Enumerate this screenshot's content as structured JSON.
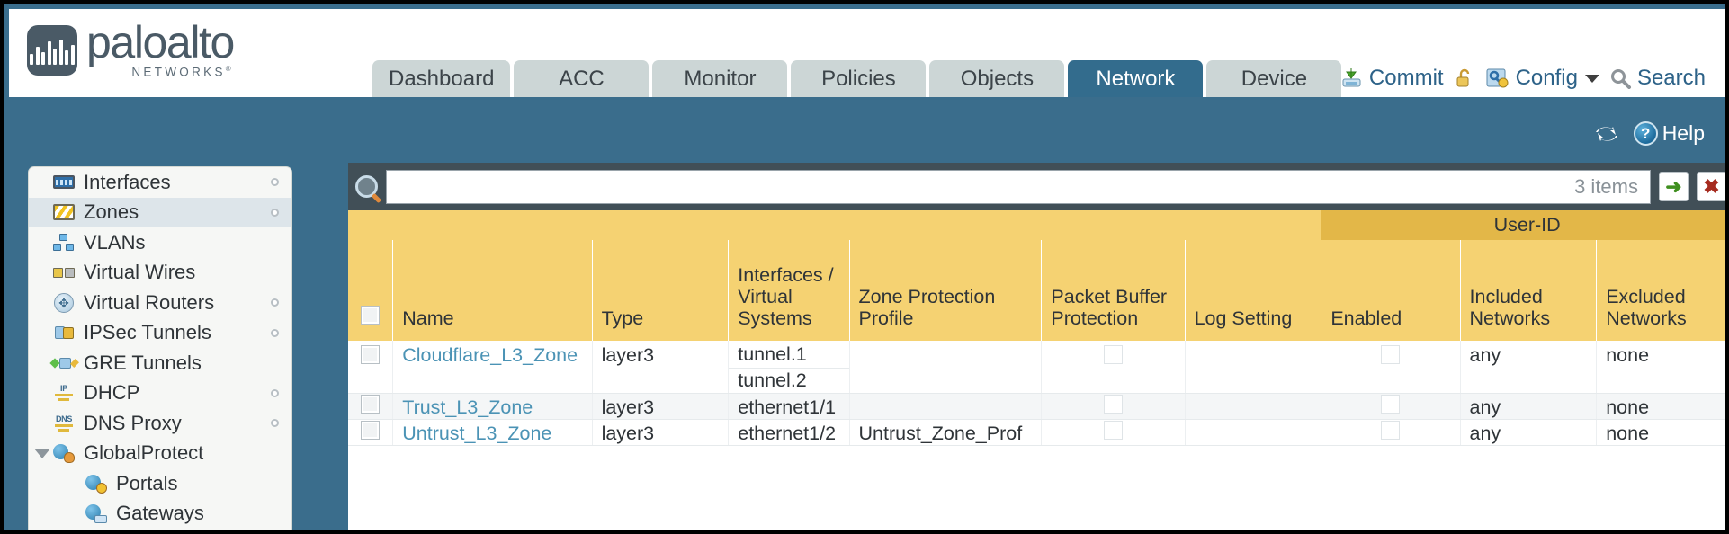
{
  "brand": {
    "name": "paloalto",
    "sub": "NETWORKS",
    "reg": "®"
  },
  "nav": {
    "tabs": [
      {
        "label": "Dashboard",
        "active": false
      },
      {
        "label": "ACC",
        "active": false
      },
      {
        "label": "Monitor",
        "active": false
      },
      {
        "label": "Policies",
        "active": false
      },
      {
        "label": "Objects",
        "active": false
      },
      {
        "label": "Network",
        "active": true
      },
      {
        "label": "Device",
        "active": false
      }
    ],
    "actions": [
      {
        "label": "Commit",
        "icon": "commit-icon"
      },
      {
        "label": "",
        "icon": "unlock-icon"
      },
      {
        "label": "Config",
        "icon": "config-icon",
        "caret": true
      },
      {
        "label": "Search",
        "icon": "search-icon"
      }
    ]
  },
  "utility": {
    "refresh_icon": "refresh-icon",
    "help_label": "Help",
    "help_icon": "help-icon"
  },
  "sidebar": {
    "items": [
      {
        "label": "Interfaces",
        "icon": "interfaces-icon",
        "selected": false,
        "dot": true,
        "child": false,
        "expand": false
      },
      {
        "label": "Zones",
        "icon": "zones-icon",
        "selected": true,
        "dot": true,
        "child": false,
        "expand": false
      },
      {
        "label": "VLANs",
        "icon": "vlans-icon",
        "selected": false,
        "dot": false,
        "child": false,
        "expand": false
      },
      {
        "label": "Virtual Wires",
        "icon": "virtual-wires-icon",
        "selected": false,
        "dot": false,
        "child": false,
        "expand": false
      },
      {
        "label": "Virtual Routers",
        "icon": "virtual-routers-icon",
        "selected": false,
        "dot": true,
        "child": false,
        "expand": false
      },
      {
        "label": "IPSec Tunnels",
        "icon": "ipsec-tunnels-icon",
        "selected": false,
        "dot": true,
        "child": false,
        "expand": false
      },
      {
        "label": "GRE Tunnels",
        "icon": "gre-tunnels-icon",
        "selected": false,
        "dot": false,
        "child": false,
        "expand": false
      },
      {
        "label": "DHCP",
        "icon": "dhcp-icon",
        "selected": false,
        "dot": true,
        "child": false,
        "expand": false
      },
      {
        "label": "DNS Proxy",
        "icon": "dns-proxy-icon",
        "selected": false,
        "dot": true,
        "child": false,
        "expand": false
      },
      {
        "label": "GlobalProtect",
        "icon": "globalprotect-icon",
        "selected": false,
        "dot": false,
        "child": false,
        "expand": true
      },
      {
        "label": "Portals",
        "icon": "portals-icon",
        "selected": false,
        "dot": false,
        "child": true,
        "expand": false
      },
      {
        "label": "Gateways",
        "icon": "gateways-icon",
        "selected": false,
        "dot": false,
        "child": true,
        "expand": false
      }
    ]
  },
  "search": {
    "value": "",
    "placeholder": "",
    "items_count": "3 items",
    "go_glyph": "➜",
    "clear_glyph": "✖",
    "search_icon": "magnifier-icon"
  },
  "table": {
    "group_header": "User-ID",
    "columns": [
      "Name",
      "Type",
      "Interfaces / Virtual Systems",
      "Zone Protection Profile",
      "Packet Buffer Protection",
      "Log Setting",
      "Enabled",
      "Included Networks",
      "Excluded Networks"
    ],
    "rows": [
      {
        "name": "Cloudflare_L3_Zone",
        "type": "layer3",
        "interfaces": [
          "tunnel.1",
          "tunnel.2"
        ],
        "zone_protection_profile": "",
        "packet_buffer_protection": false,
        "log_setting": "",
        "userid_enabled": false,
        "included_networks": "any",
        "excluded_networks": "none",
        "selected": false
      },
      {
        "name": "Trust_L3_Zone",
        "type": "layer3",
        "interfaces": [
          "ethernet1/1"
        ],
        "zone_protection_profile": "",
        "packet_buffer_protection": false,
        "log_setting": "",
        "userid_enabled": false,
        "included_networks": "any",
        "excluded_networks": "none",
        "selected": false
      },
      {
        "name": "Untrust_L3_Zone",
        "type": "layer3",
        "interfaces": [
          "ethernet1/2"
        ],
        "zone_protection_profile": "Untrust_Zone_Prof",
        "packet_buffer_protection": false,
        "log_setting": "",
        "userid_enabled": false,
        "included_networks": "any",
        "excluded_networks": "none",
        "selected": false
      }
    ]
  },
  "colors": {
    "header_blue": "#3a6d8c",
    "tab_active": "#336c8d",
    "table_header": "#f5d272",
    "group_header": "#e3b748",
    "link": "#4b93b5",
    "panel_dark": "#414f57"
  }
}
